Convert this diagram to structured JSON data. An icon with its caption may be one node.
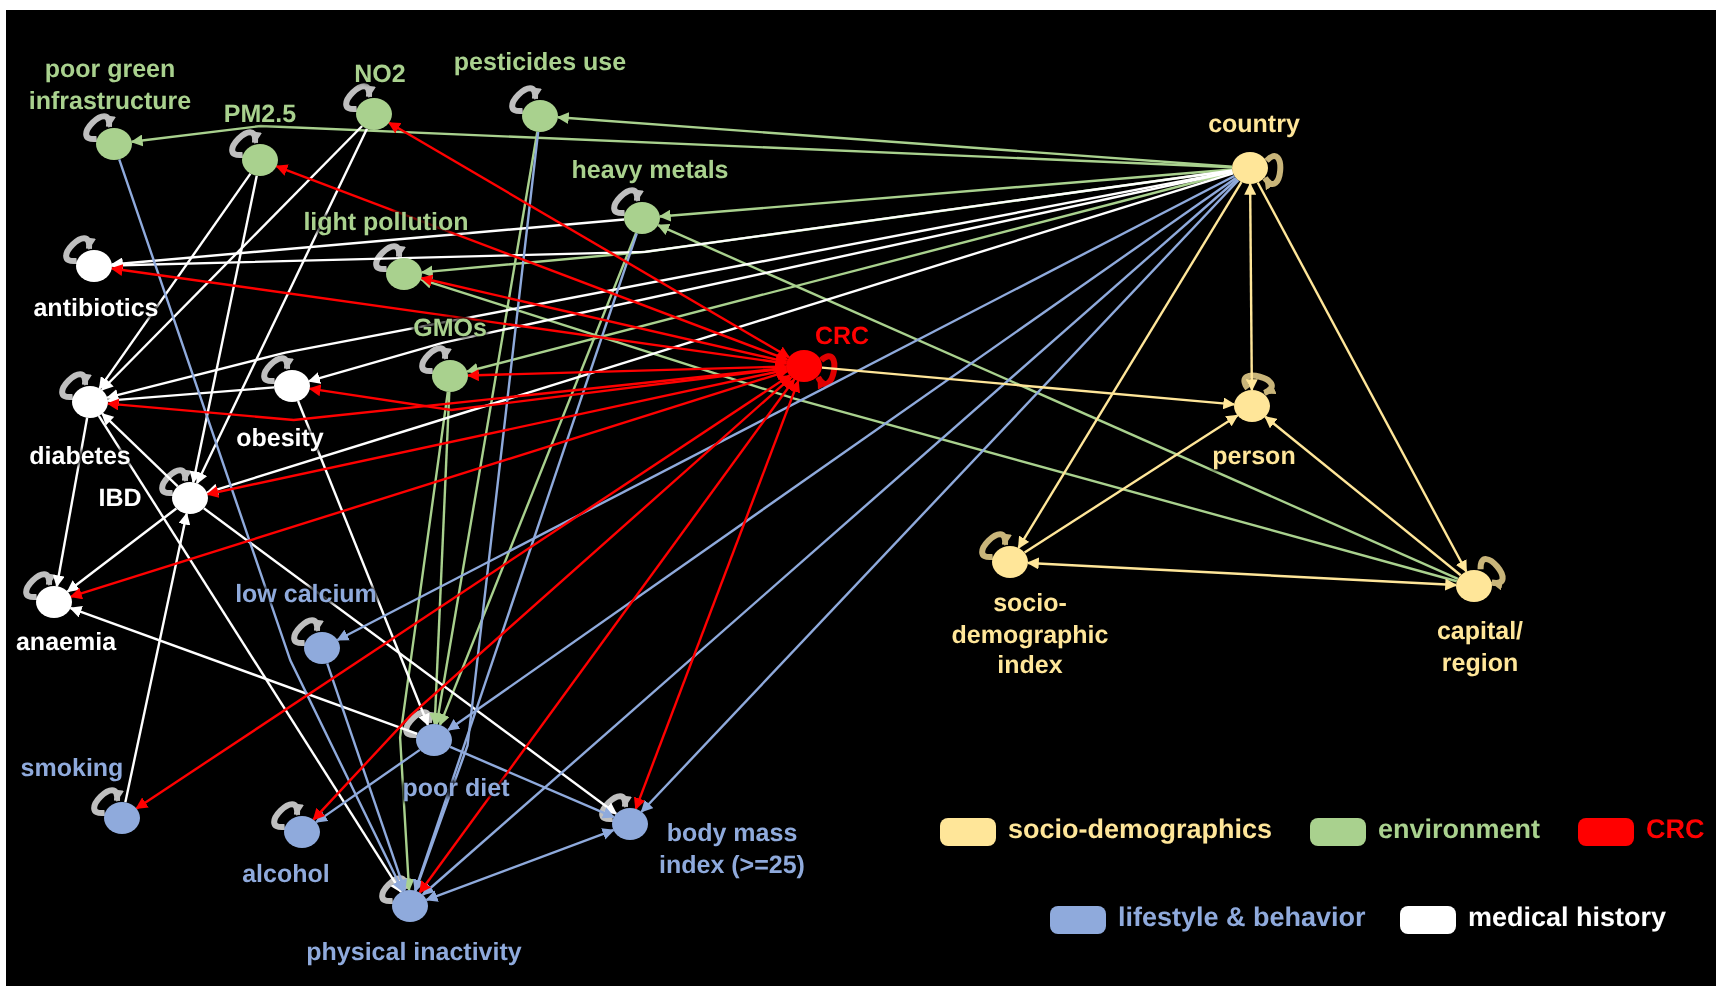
{
  "diagram": {
    "nodes": [
      {
        "text": [
          "poor green infrastructure"
        ]
      },
      {
        "text": [
          "PM2.5"
        ]
      },
      {
        "text": [
          "NO2"
        ]
      },
      {
        "text": [
          "pesticides use"
        ]
      },
      {
        "text": [
          "heavy metals"
        ]
      },
      {
        "text": [
          "light pollution"
        ]
      },
      {
        "text": [
          "GMOs"
        ]
      },
      {
        "text": [
          "antibiotics"
        ]
      },
      {
        "text": [
          "diabetes"
        ]
      },
      {
        "text": [
          "obesity"
        ]
      },
      {
        "text": [
          "IBD"
        ]
      },
      {
        "text": [
          "anaemia"
        ]
      },
      {
        "text": [
          "low calcium"
        ]
      },
      {
        "text": [
          "smoking"
        ]
      },
      {
        "text": [
          "alcohol"
        ]
      },
      {
        "text": [
          "poor diet"
        ]
      },
      {
        "text": [
          "physical inactivity"
        ]
      },
      {
        "text": [
          "body mass index (>=25)"
        ]
      },
      {
        "text": [
          "CRC"
        ]
      },
      {
        "text": [
          "country"
        ]
      },
      {
        "text": [
          "person"
        ]
      },
      {
        "text": [
          "socio-demographic index"
        ]
      },
      {
        "text": [
          "capital/ region"
        ]
      }
    ],
    "edges": [
      {
        "from": 0,
        "to": 0,
        "arrow": "to",
        "style": "thick",
        "color": "#bfbfbf"
      },
      {
        "from": 1,
        "to": 1,
        "arrow": "to",
        "style": "thick",
        "color": "#bfbfbf"
      },
      {
        "from": 2,
        "to": 2,
        "arrow": "to",
        "style": "thick",
        "color": "#bfbfbf"
      },
      {
        "from": 3,
        "to": 3,
        "arrow": "to",
        "style": "thick",
        "color": "#bfbfbf"
      },
      {
        "from": 4,
        "to": 4,
        "arrow": "to",
        "style": "thick",
        "color": "#bfbfbf"
      },
      {
        "from": 5,
        "to": 5,
        "arrow": "to",
        "style": "thick",
        "color": "#bfbfbf"
      },
      {
        "from": 6,
        "to": 6,
        "arrow": "to",
        "style": "thick",
        "color": "#bfbfbf"
      },
      {
        "from": 7,
        "to": 7,
        "arrow": "to",
        "style": "thick",
        "color": "#bfbfbf"
      },
      {
        "from": 8,
        "to": 8,
        "arrow": "to",
        "style": "thick",
        "color": "#bfbfbf"
      },
      {
        "from": 9,
        "to": 9,
        "arrow": "to",
        "style": "thick",
        "color": "#bfbfbf"
      },
      {
        "from": 10,
        "to": 10,
        "arrow": "to",
        "style": "thick",
        "color": "#bfbfbf"
      },
      {
        "from": 11,
        "to": 11,
        "arrow": "to",
        "style": "thick",
        "color": "#bfbfbf"
      },
      {
        "from": 12,
        "to": 12,
        "arrow": "to",
        "style": "thick",
        "color": "#bfbfbf"
      },
      {
        "from": 13,
        "to": 13,
        "arrow": "to",
        "style": "thick",
        "color": "#bfbfbf"
      },
      {
        "from": 14,
        "to": 14,
        "arrow": "to",
        "style": "thick",
        "color": "#bfbfbf"
      },
      {
        "from": 15,
        "to": 15,
        "arrow": "to",
        "style": "thick",
        "color": "#bfbfbf"
      },
      {
        "from": 16,
        "to": 16,
        "arrow": "to",
        "style": "thick",
        "color": "#bfbfbf"
      },
      {
        "from": 17,
        "to": 17,
        "arrow": "to",
        "style": "thick",
        "color": "#bfbfbf"
      },
      {
        "from": 18,
        "to": 18,
        "arrow": "to",
        "style": "thick",
        "color": "#e00000"
      },
      {
        "from": 19,
        "to": 19,
        "arrow": "to",
        "style": "thick",
        "color": "#c9b57a"
      },
      {
        "from": 20,
        "to": 20,
        "arrow": "to",
        "style": "thick",
        "color": "#c9b57a"
      },
      {
        "from": 21,
        "to": 21,
        "arrow": "to",
        "style": "thick",
        "color": "#c9b57a"
      },
      {
        "from": 22,
        "to": 22,
        "arrow": "to",
        "style": "thick",
        "color": "#c9b57a"
      },
      {
        "from": 19,
        "to": 0,
        "arrow": "to",
        "color": "#a9d18e"
      },
      {
        "from": 19,
        "to": 3,
        "arrow": "to",
        "color": "#a9d18e"
      },
      {
        "from": 19,
        "to": 4,
        "arrow": "to",
        "color": "#a9d18e"
      },
      {
        "from": 19,
        "to": 5,
        "arrow": "to",
        "color": "#a9d18e"
      },
      {
        "from": 19,
        "to": 6,
        "arrow": "to",
        "color": "#a9d18e"
      },
      {
        "from": 22,
        "to": 4,
        "arrow": "to",
        "color": "#a9d18e"
      },
      {
        "from": 22,
        "to": 5,
        "arrow": "to",
        "color": "#a9d18e"
      },
      {
        "from": 3,
        "to": 15,
        "arrow": "to",
        "color": "#a9d18e"
      },
      {
        "from": 4,
        "to": 15,
        "arrow": "to",
        "color": "#a9d18e"
      },
      {
        "from": 6,
        "to": 15,
        "arrow": "to",
        "color": "#a9d18e"
      },
      {
        "from": 6,
        "to": 16,
        "arrow": "to",
        "color": "#a9d18e"
      },
      {
        "from": 19,
        "to": 7,
        "arrow": "to"
      },
      {
        "from": 19,
        "to": 8,
        "arrow": "to"
      },
      {
        "from": 19,
        "to": 9,
        "arrow": "to"
      },
      {
        "from": 19,
        "to": 10,
        "arrow": "to"
      },
      {
        "from": 4,
        "to": 7,
        "arrow": "to"
      },
      {
        "from": 2,
        "to": 8,
        "arrow": "to"
      },
      {
        "from": 1,
        "to": 8,
        "arrow": "to"
      },
      {
        "from": 2,
        "to": 10,
        "arrow": "to"
      },
      {
        "from": 1,
        "to": 10,
        "arrow": "to"
      },
      {
        "from": 9,
        "to": 8,
        "arrow": "to"
      },
      {
        "from": 10,
        "to": 8,
        "arrow": "to"
      },
      {
        "from": 10,
        "to": 11,
        "arrow": "to"
      },
      {
        "from": 8,
        "to": 11,
        "arrow": "to"
      },
      {
        "from": 13,
        "to": 10,
        "arrow": "to"
      },
      {
        "from": 15,
        "to": 11,
        "arrow": "to"
      },
      {
        "from": 10,
        "to": 17,
        "arrow": "to"
      },
      {
        "from": 8,
        "to": 16,
        "arrow": "to"
      },
      {
        "from": 9,
        "to": 15,
        "arrow": "to"
      },
      {
        "from": 19,
        "to": 12,
        "arrow": "to",
        "color": "#8faadc"
      },
      {
        "from": 19,
        "to": 15,
        "arrow": "to",
        "color": "#8faadc"
      },
      {
        "from": 19,
        "to": 16,
        "arrow": "to",
        "color": "#8faadc"
      },
      {
        "from": 19,
        "to": 17,
        "arrow": "to",
        "color": "#8faadc"
      },
      {
        "from": 3,
        "to": 16,
        "arrow": "to",
        "color": "#8faadc"
      },
      {
        "from": 4,
        "to": 16,
        "arrow": "to",
        "color": "#8faadc"
      },
      {
        "from": 0,
        "to": 16,
        "arrow": "to",
        "color": "#8faadc"
      },
      {
        "from": 15,
        "to": 14,
        "arrow": "to",
        "color": "#8faadc"
      },
      {
        "from": 15,
        "to": 17,
        "arrow": "to",
        "color": "#8faadc"
      },
      {
        "from": 16,
        "to": 17,
        "arrow": "both",
        "color": "#8faadc"
      },
      {
        "from": 12,
        "to": 16,
        "arrow": "to",
        "color": "#8faadc"
      },
      {
        "from": 18,
        "to": 2,
        "arrow": "both",
        "color": "#ff0000"
      },
      {
        "from": 18,
        "to": 1,
        "arrow": "both",
        "color": "#ff0000"
      },
      {
        "from": 18,
        "to": 7,
        "arrow": "both",
        "color": "#ff0000"
      },
      {
        "from": 18,
        "to": 5,
        "arrow": "both",
        "color": "#ff0000"
      },
      {
        "from": 18,
        "to": 6,
        "arrow": "both",
        "color": "#ff0000"
      },
      {
        "from": 18,
        "to": 8,
        "arrow": "both",
        "color": "#ff0000"
      },
      {
        "from": 18,
        "to": 9,
        "arrow": "both",
        "color": "#ff0000"
      },
      {
        "from": 18,
        "to": 10,
        "arrow": "both",
        "color": "#ff0000"
      },
      {
        "from": 18,
        "to": 11,
        "arrow": "both",
        "color": "#ff0000"
      },
      {
        "from": 18,
        "to": 13,
        "arrow": "both",
        "color": "#ff0000"
      },
      {
        "from": 18,
        "to": 14,
        "arrow": "both",
        "color": "#ff0000"
      },
      {
        "from": 18,
        "to": 16,
        "arrow": "both",
        "color": "#ff0000"
      },
      {
        "from": 18,
        "to": 17,
        "arrow": "both",
        "color": "#ff0000"
      },
      {
        "from": 18,
        "to": 20,
        "arrow": "to",
        "color": "#ffe699"
      },
      {
        "from": 19,
        "to": 20,
        "arrow": "both",
        "color": "#ffe699"
      },
      {
        "from": 19,
        "to": 21,
        "arrow": "to",
        "color": "#ffe699"
      },
      {
        "from": 19,
        "to": 22,
        "arrow": "to",
        "color": "#ffe699"
      },
      {
        "from": 21,
        "to": 20,
        "arrow": "to",
        "color": "#ffe699"
      },
      {
        "from": 22,
        "to": 20,
        "arrow": "to",
        "color": "#ffe699"
      },
      {
        "from": 22,
        "to": 21,
        "arrow": "both",
        "color": "#ffe699"
      }
    ],
    "legend": [
      {
        "text": "socio-demographics",
        "color": "#ffe699"
      },
      {
        "text": "environment",
        "color": "#a9d18e"
      },
      {
        "text": "CRC",
        "color": "#ff0000"
      },
      {
        "text": "lifestyle & behavior",
        "color": "#8faadc"
      },
      {
        "text": "medical history",
        "color": "#ffffff"
      }
    ]
  }
}
